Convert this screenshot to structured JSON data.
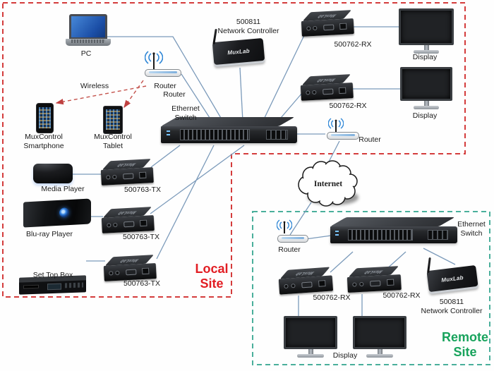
{
  "brand": "MuxLab",
  "labels": {
    "pc": "PC",
    "wireless": "Wireless",
    "router": "Router",
    "ethernet": "Ethernet",
    "switch": "Switch",
    "model_500811": "500811",
    "network_controller": "Network Controller",
    "model_rx": "500762-RX",
    "model_tx": "500763-TX",
    "display": "Display",
    "internet": "Internet",
    "media_player": "Media Player",
    "bluray": "Blu-ray Player",
    "set_top_box": "Set Top Box",
    "muxcontrol": "MuxControl",
    "smartphone": "Smartphone",
    "tablet": "Tablet",
    "local": "Local",
    "remote": "Remote",
    "site": "Site"
  },
  "colors": {
    "local_site_text": "#e21d23",
    "local_site_border": "#d43c3c",
    "remote_site_text": "#18a35c",
    "remote_site_border": "#4aaf9b",
    "connection_line": "#7b9aba",
    "wireless_link": "#c4524c",
    "wifi_icon": "#2e86d6",
    "laptop_screen": "#2b63c0"
  }
}
